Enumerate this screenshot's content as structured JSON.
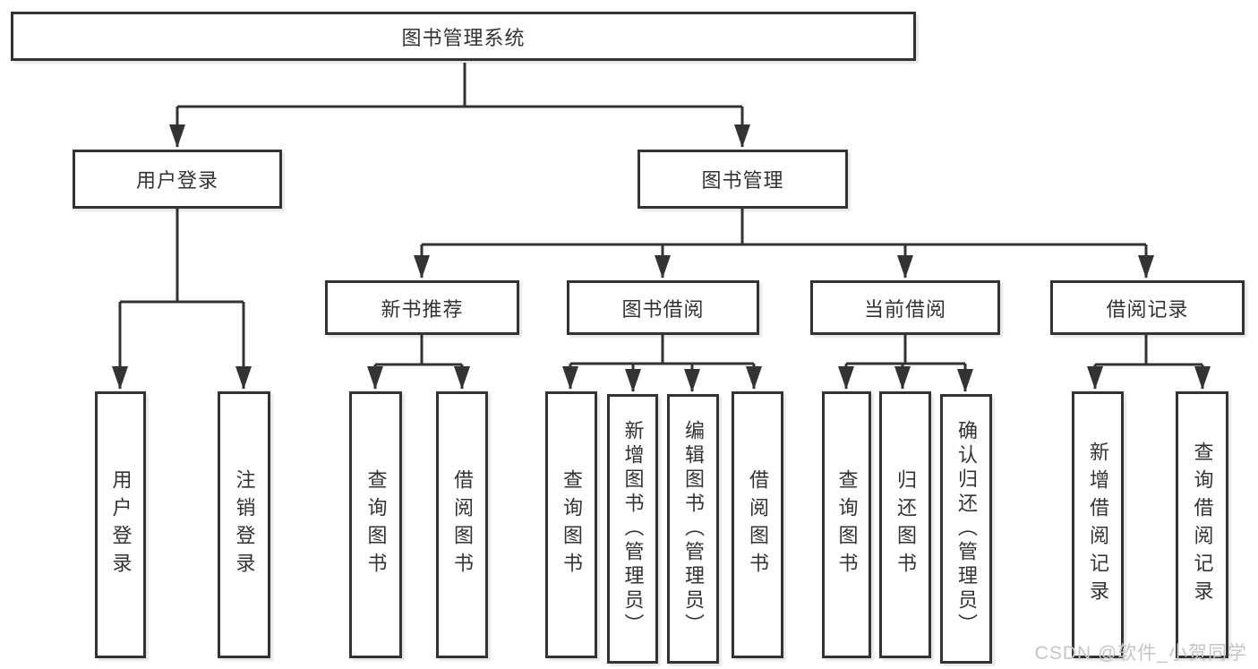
{
  "colors": {
    "line": "#333333",
    "border": "#333333",
    "text": "#333333",
    "background": "#ffffff",
    "watermark": "#c5c5c5"
  },
  "watermark": {
    "text": "CSDN @软件_小贺同学"
  },
  "diagram": {
    "root": {
      "label": "图书管理系统"
    },
    "level2": [
      {
        "label": "用户登录"
      },
      {
        "label": "图书管理"
      }
    ],
    "level3": [
      {
        "label": "新书推荐"
      },
      {
        "label": "图书借阅"
      },
      {
        "label": "当前借阅"
      },
      {
        "label": "借阅记录"
      }
    ],
    "leaves": {
      "user_login": [
        {
          "label": "用户登录"
        },
        {
          "label": "注销登录"
        }
      ],
      "new_book": [
        {
          "label": "查询图书"
        },
        {
          "label": "借阅图书"
        }
      ],
      "borrow": [
        {
          "label": "查询图书"
        },
        {
          "label": "新增图书（管理员）"
        },
        {
          "label": "编辑图书（管理员）"
        },
        {
          "label": "借阅图书"
        }
      ],
      "current": [
        {
          "label": "查询图书"
        },
        {
          "label": "归还图书"
        },
        {
          "label": "确认归还（管理员）"
        }
      ],
      "records": [
        {
          "label": "新增借阅记录"
        },
        {
          "label": "查询借阅记录"
        }
      ]
    }
  }
}
